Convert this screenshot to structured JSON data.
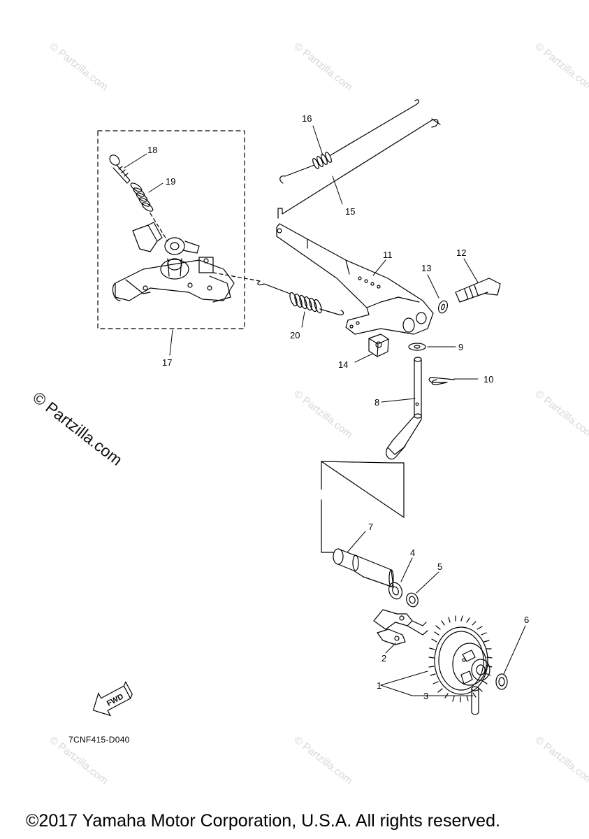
{
  "diagram": {
    "callouts": [
      "1",
      "2",
      "3",
      "4",
      "5",
      "6",
      "7",
      "8",
      "9",
      "10",
      "11",
      "12",
      "13",
      "14",
      "15",
      "16",
      "17",
      "18",
      "19",
      "20"
    ],
    "watermark": "© Partzilla.com",
    "fwd_label": "FWD",
    "diagram_code": "7CNF415-D040",
    "copyright": "©2017 Yamaha Motor Corporation, U.S.A. All rights reserved."
  }
}
